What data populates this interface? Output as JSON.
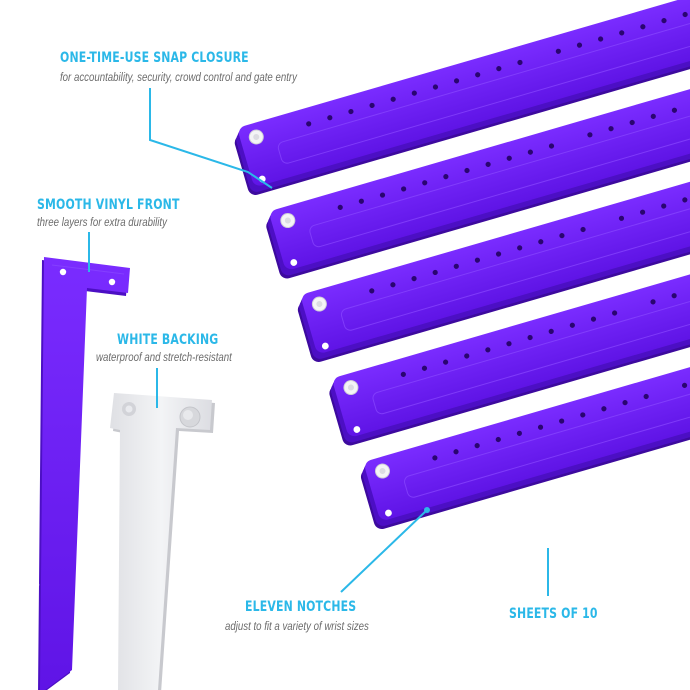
{
  "colors": {
    "accent": "#2bb8e8",
    "band_purple": "#6a1cf0",
    "band_edge": "#4c0fc4",
    "band_shadow": "#3d0a9e",
    "backing": "#ecedf0",
    "caption_gray": "#6b6b6b"
  },
  "callouts": {
    "snap_closure": {
      "title": "ONE-TIME-USE SNAP CLOSURE",
      "subtitle": "for accountability, security, crowd control and gate entry"
    },
    "vinyl_front": {
      "title": "SMOOTH VINYL FRONT",
      "subtitle": "three layers for extra durability"
    },
    "white_backing": {
      "title": "WHITE BACKING",
      "subtitle": "waterproof and stretch-resistant"
    },
    "notches": {
      "title": "ELEVEN NOTCHES",
      "subtitle": "adjust to fit a variety of wrist sizes"
    },
    "sheets": {
      "title": "SHEETS OF 10"
    }
  }
}
